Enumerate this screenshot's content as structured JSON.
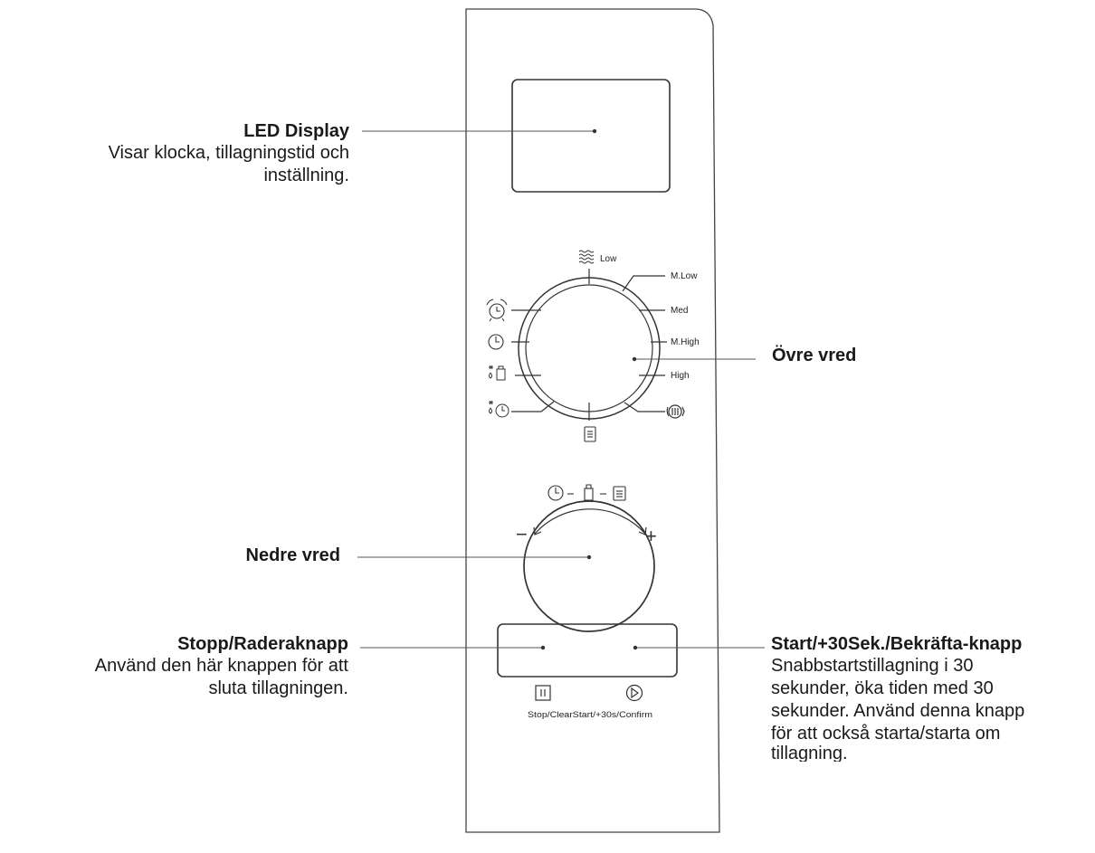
{
  "callouts": {
    "led_display": {
      "title": "LED Display",
      "desc_line1": "Visar klocka, tillagningstid och",
      "desc_line2": "inställning."
    },
    "upper_knob": {
      "title": "Övre vred"
    },
    "lower_knob": {
      "title": "Nedre vred"
    },
    "stop_button": {
      "title": "Stopp/Raderaknapp",
      "desc_line1": "Använd den här knappen för att",
      "desc_line2": "sluta tillagningen."
    },
    "start_button": {
      "title": "Start/+30Sek./Bekräfta-knapp",
      "desc_line1": "Snabbstartstillagning i 30",
      "desc_line2": "sekunder, öka tiden med 30",
      "desc_line3": "sekunder. Använd denna knapp",
      "desc_line4": "för att också starta/starta om",
      "desc_line5": "tillagning."
    }
  },
  "upper_dial": {
    "power_labels": [
      "Low",
      "M.Low",
      "Med",
      "M.High",
      "High"
    ],
    "icons": [
      "microwave-waves-icon",
      "alarm-clock-icon",
      "clock-icon",
      "weight-defrost-icon",
      "time-defrost-icon",
      "menu-icon",
      "turntable-icon"
    ]
  },
  "lower_dial": {
    "minus": "−",
    "plus": "+",
    "icons": [
      "clock-icon",
      "weight-icon",
      "menu-icon"
    ]
  },
  "buttons": {
    "caption": "Stop/ClearStart/+30s/Confirm",
    "icons": [
      "pause-icon",
      "play-icon"
    ]
  },
  "colors": {
    "line": "#333333",
    "text": "#1a1a1a"
  }
}
